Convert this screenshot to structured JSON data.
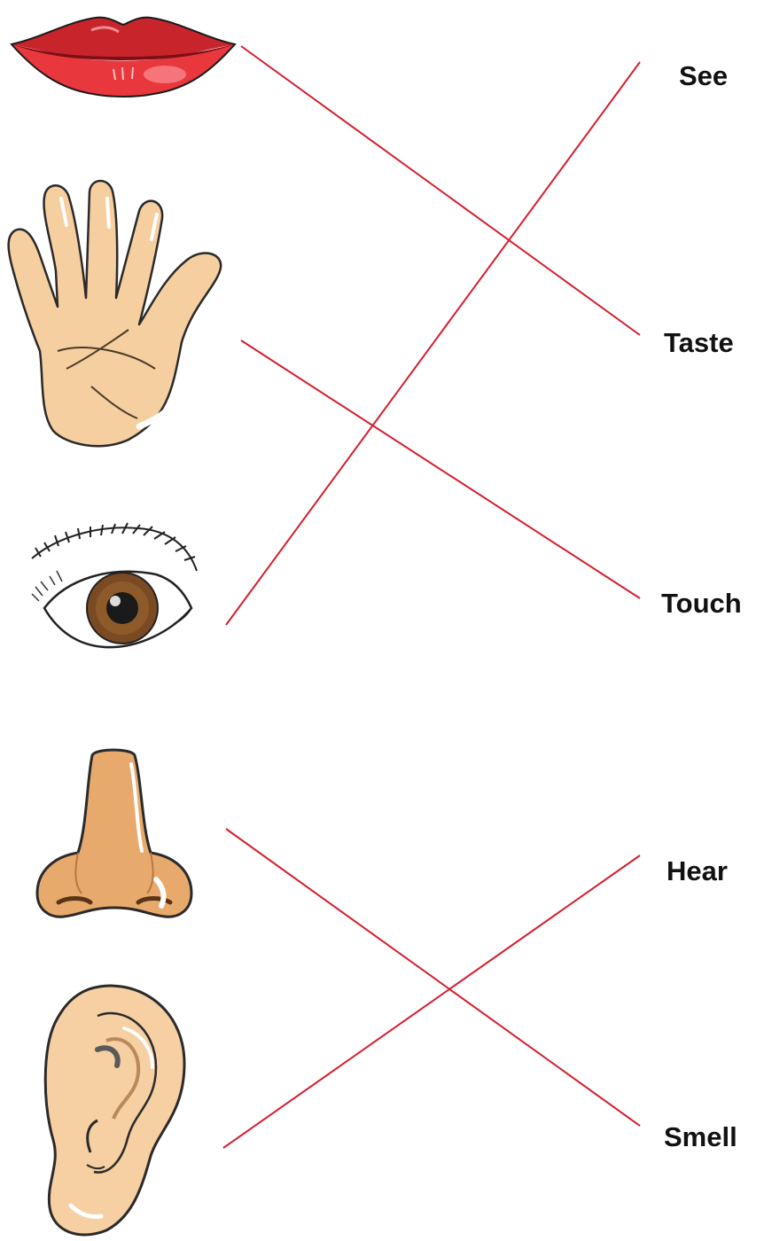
{
  "worksheet": {
    "pictures": [
      {
        "id": "lips",
        "icon": "lips-icon"
      },
      {
        "id": "hand",
        "icon": "hand-icon"
      },
      {
        "id": "eye",
        "icon": "eye-icon"
      },
      {
        "id": "nose",
        "icon": "nose-icon"
      },
      {
        "id": "ear",
        "icon": "ear-icon"
      }
    ],
    "words": [
      "See",
      "Taste",
      "Touch",
      "Hear",
      "Smell"
    ],
    "matches": [
      {
        "picture": "lips",
        "word": "Taste"
      },
      {
        "picture": "hand",
        "word": "Touch"
      },
      {
        "picture": "eye",
        "word": "See"
      },
      {
        "picture": "nose",
        "word": "Smell"
      },
      {
        "picture": "ear",
        "word": "Hear"
      }
    ],
    "line_color": "#d41e2e"
  }
}
